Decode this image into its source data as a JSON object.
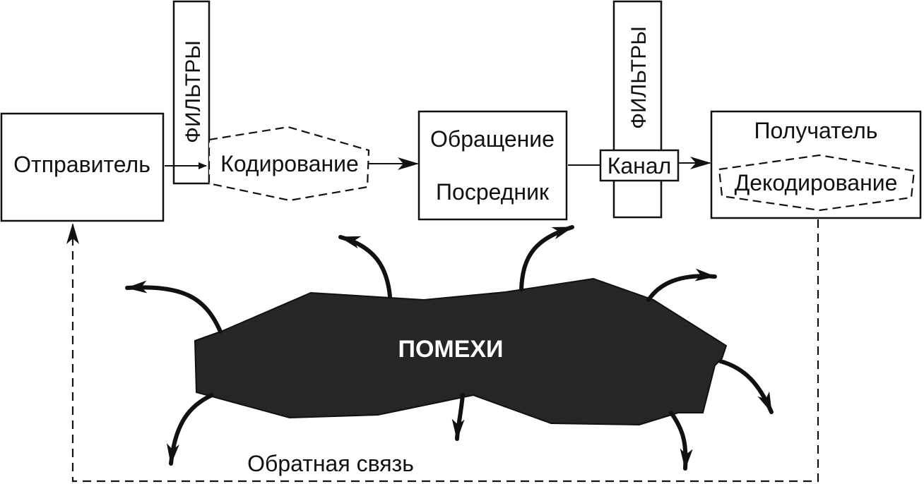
{
  "diagram": {
    "sender": "Отправитель",
    "filters_left": "ФИЛЬТРЫ",
    "encoding": "Кодирование",
    "message": "Обращение",
    "medium": "Посредник",
    "filters_right": "ФИЛЬТРЫ",
    "channel": "Канал",
    "receiver": "Получатель",
    "decoding": "Декодирование",
    "noise": "ПОМЕХИ",
    "feedback": "Обратная связь"
  },
  "colors": {
    "ink": "#111111",
    "noise_fill": "#262626",
    "background": "#ffffff"
  }
}
